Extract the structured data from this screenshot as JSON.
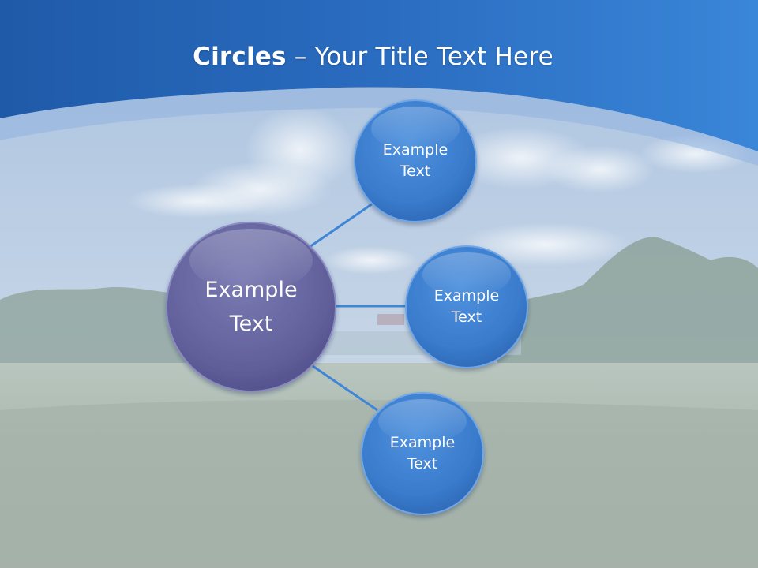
{
  "slide": {
    "title_bold": "Circles",
    "title_rest": " – Your Title Text Here"
  },
  "diagram": {
    "center": {
      "label": [
        "Example",
        "Text"
      ]
    },
    "nodes": [
      {
        "label": [
          "Example",
          "Text"
        ]
      },
      {
        "label": [
          "Example",
          "Text"
        ]
      },
      {
        "label": [
          "Example",
          "Text"
        ]
      }
    ]
  },
  "colors": {
    "header_blue": "#2f72c4",
    "center_circle": "#6a6aa3",
    "node_circle": "#3f7fcf",
    "connector": "#3f86d6"
  }
}
